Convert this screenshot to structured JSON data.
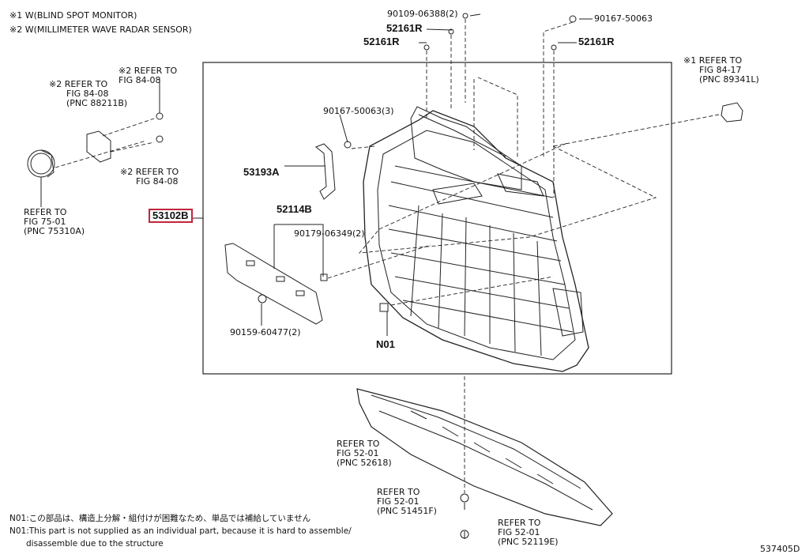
{
  "legend": {
    "note1": "※1  W(BLIND SPOT MONITOR)",
    "note2": "※2  W(MILLIMETER WAVE RADAR SENSOR)"
  },
  "refs": {
    "radar_a": [
      "※2 REFER TO",
      "FIG 84-08"
    ],
    "radar_b": [
      "※2 REFER TO",
      "FIG 84-08",
      "(PNC 88211B)"
    ],
    "radar_c": [
      "※2 REFER TO",
      "FIG 84-08"
    ],
    "emblem": [
      "REFER TO",
      "FIG 75-01",
      "(PNC 75310A)"
    ],
    "bsm": [
      "※1 REFER TO",
      "FIG 84-17",
      "(PNC 89341L)"
    ],
    "cover1": [
      "REFER TO",
      "FIG 52-01",
      "(PNC 52618)"
    ],
    "cover2": [
      "REFER TO",
      "FIG 52-01",
      "(PNC 51451F)"
    ],
    "cover3": [
      "REFER TO",
      "FIG 52-01",
      "(PNC 52119E)"
    ]
  },
  "parts": {
    "p90109": "90109-06388(2)",
    "p52161_left": "52161R",
    "p52161_left2": "52161R",
    "p90167_top": "90167-50063",
    "p52161_right": "52161R",
    "p90167_3": "90167-50063(3)",
    "p53193": "53193A",
    "p53102": "53102B",
    "p52114": "52114B",
    "p90179": "90179-06349(2)",
    "p90159": "90159-60477(2)",
    "n01": "N01"
  },
  "footnotes": {
    "jp": "N01:この部品は、構造上分解・組付けが困難なため、単品では補給していません",
    "en1": "N01:This part is not supplied as an individual part, because it is hard to assemble/",
    "en2": "disassemble due to the structure"
  },
  "figure_id": "537405D"
}
